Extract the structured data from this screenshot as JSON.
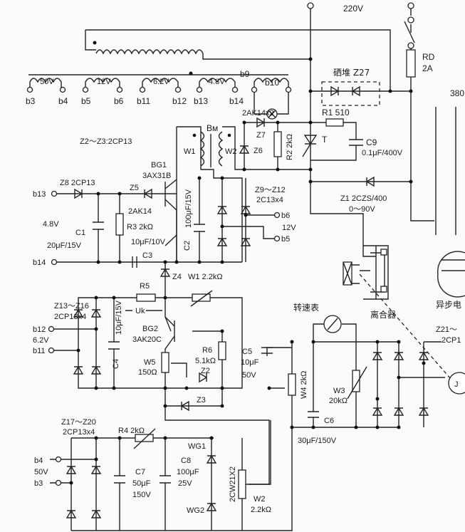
{
  "supply": {
    "voltage": "220V",
    "fuse": "RD",
    "fuse_rating": "2A",
    "partial_380": "380"
  },
  "secondaries": {
    "v50": "50V",
    "v12": "12V",
    "v62": "6.2V",
    "v48": "4.8V",
    "b3": "b3",
    "b4": "b4",
    "b5": "b5",
    "b6": "b6",
    "b11": "b11",
    "b12": "b12",
    "b13": "b13",
    "b14": "b14",
    "b9": "b9",
    "b10": "b10"
  },
  "thyristor": {
    "selenium_stack": "硒堆 Z27",
    "r1": "R1  510",
    "c9": "C9",
    "c9_value": "0.1μF/400V",
    "t": "T",
    "diodes": "2AK14x2",
    "z7": "Z7",
    "z6": "Z6",
    "r2": "R2  2kΩ",
    "bm": "Bм",
    "w1": "W1",
    "w2": "W2",
    "z1": "Z1  2CZS/400",
    "z1_range": "0～90V"
  },
  "trigger": {
    "note": "Z2～Z3:2CP13",
    "bg1": "BG1",
    "bg1_type": "3AX31B",
    "z8": "Z8  2CP13",
    "b13": "b13",
    "z5": "Z5",
    "z5_type": "2AK14",
    "v48": "4.8V",
    "c1": "C1",
    "c1_value": "20μF/15V",
    "r3": "R3  2kΩ",
    "c3_value": "10μF/10V",
    "c3": "C3",
    "b14": "b14",
    "c2": "C2",
    "c2_value": "100μF/15V",
    "z9_z12": "Z9～Z12",
    "z9_type": "2C13x4",
    "b6": "b6",
    "v12": "12V",
    "b5": "b5"
  },
  "control": {
    "z13_z16": "Z13～Z16",
    "z13_type": "2CP13x4",
    "r5": "R5",
    "z4": "Z4",
    "w1": "W1  2.2kΩ",
    "uk": "Uk",
    "c4_value": "10μF/15V",
    "c4": "C4",
    "bg2": "BG2",
    "bg2_type": "3AK20C",
    "b12": "b12",
    "v62": "6.2V",
    "b11": "b11",
    "w5": "W5",
    "w5_value": "150Ω",
    "r6": "R6",
    "r6_value": "5.1kΩ",
    "z2": "Z2",
    "z3": "Z3",
    "c5": "C5",
    "c5_value": "10μF",
    "c5_voltage": "50V",
    "w4": "W4  2kΩ",
    "tacho": "转速表",
    "w3": "W3",
    "w3_value": "20kΩ",
    "c6": "C6",
    "c6_value": "30μF/150V",
    "clutch": "离合器",
    "motor": "异步电",
    "z21": "Z21～",
    "z21_type": "2CP1",
    "j": "J"
  },
  "feedback": {
    "z17_z20": "Z17～Z20",
    "z17_type": "2CP13x4",
    "r4": "R4  2kΩ",
    "c7": "C7",
    "c7_value": "50μF",
    "c7_voltage": "150V",
    "c8": "C8",
    "c8_value": "100μF",
    "c8_voltage": "25V",
    "wg1": "WG1",
    "wg2": "WG2",
    "zener_type": "2CW21X2",
    "b4": "b4",
    "v50": "50V",
    "b3": "b3",
    "w2": "W2",
    "w2_value": "2.2kΩ"
  }
}
